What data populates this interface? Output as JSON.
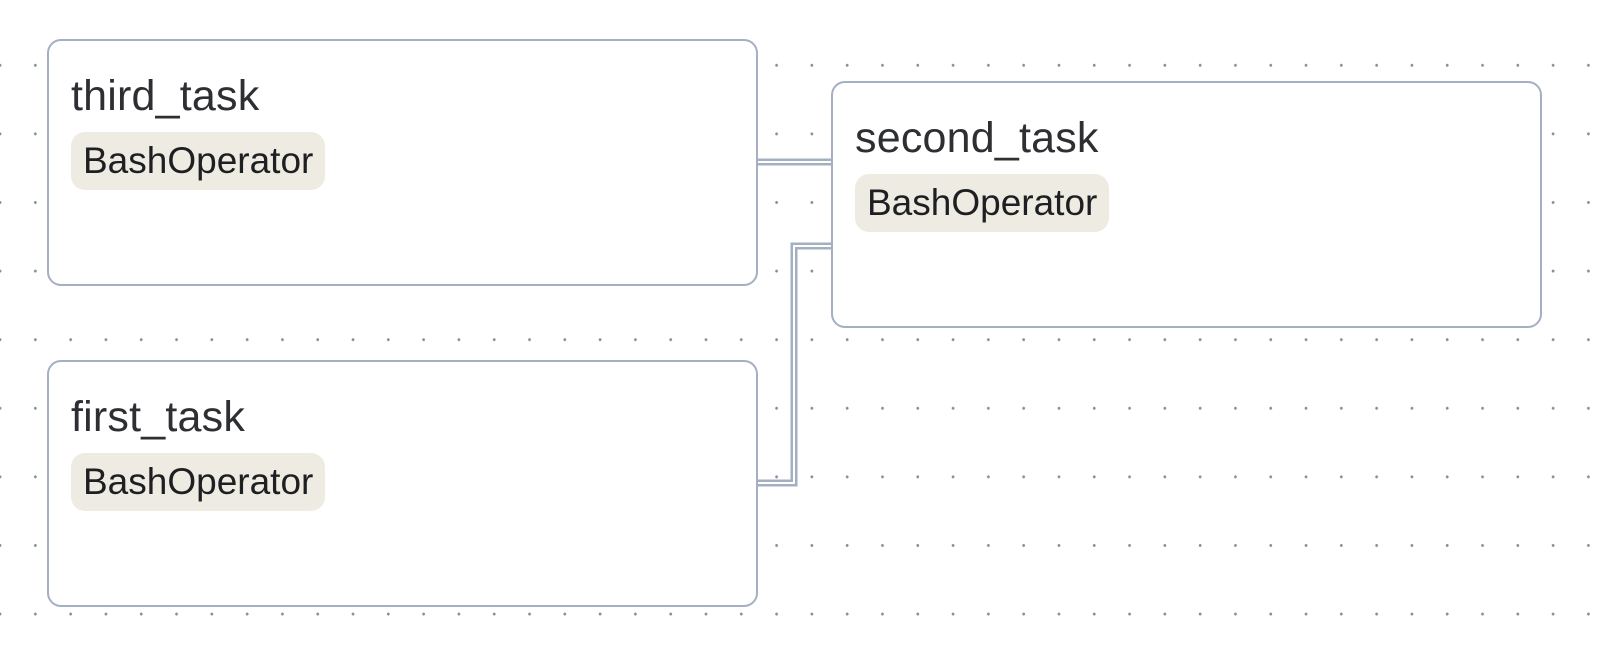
{
  "graph": {
    "nodes": [
      {
        "id": "third_task",
        "title": "third_task",
        "operator": "BashOperator"
      },
      {
        "id": "second_task",
        "title": "second_task",
        "operator": "BashOperator"
      },
      {
        "id": "first_task",
        "title": "first_task",
        "operator": "BashOperator"
      }
    ],
    "edges": [
      {
        "from": "third_task",
        "to": "second_task"
      },
      {
        "from": "first_task",
        "to": "second_task"
      }
    ]
  },
  "colors": {
    "canvas_background": "#ffffff",
    "grid_dot": "#8a8f96",
    "node_border": "#a4b0c2",
    "edge": "#a4b0c2",
    "badge_background": "#eeebe3",
    "title_text": "#2e2f33"
  }
}
